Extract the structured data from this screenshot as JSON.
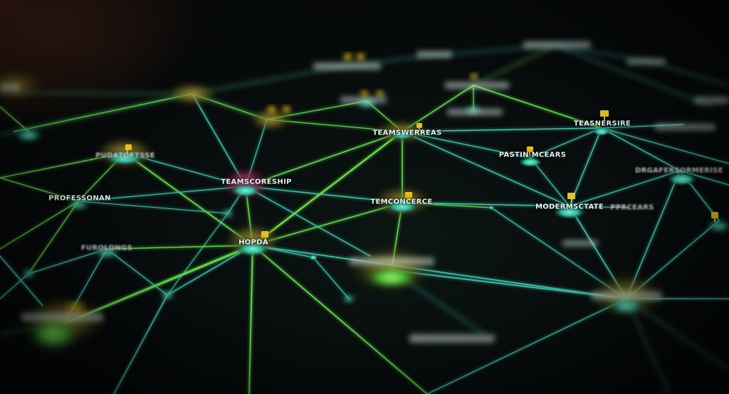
{
  "colors": {
    "edge_green": "#5fd64a",
    "edge_teal": "#3fc9b0",
    "node_teal": "#2fb89a",
    "node_green": "#4ccf3a",
    "flag_yellow": "#e6c21e",
    "node_magenta": "#b3306a"
  },
  "labels": {
    "n_center_left": "TEAMSCORESHIP",
    "n_center": "TEMCONCERCE",
    "n_upper_mid": "TEAMSWERREAS",
    "n_right_mid": "MODERMSCTATE",
    "n_far_right": "DRGAFERSORMERISE",
    "n_left": "PROFESSONAN",
    "n_top_left": "PUDATOFTSSE",
    "n_focus": "HOPDA",
    "n_right_upper": "PASTIN MCEARS",
    "n_right_small": "PPRCEARS",
    "n_top_right": "TEASNERSIRE",
    "n_lower_left": "FUROLONGS"
  }
}
